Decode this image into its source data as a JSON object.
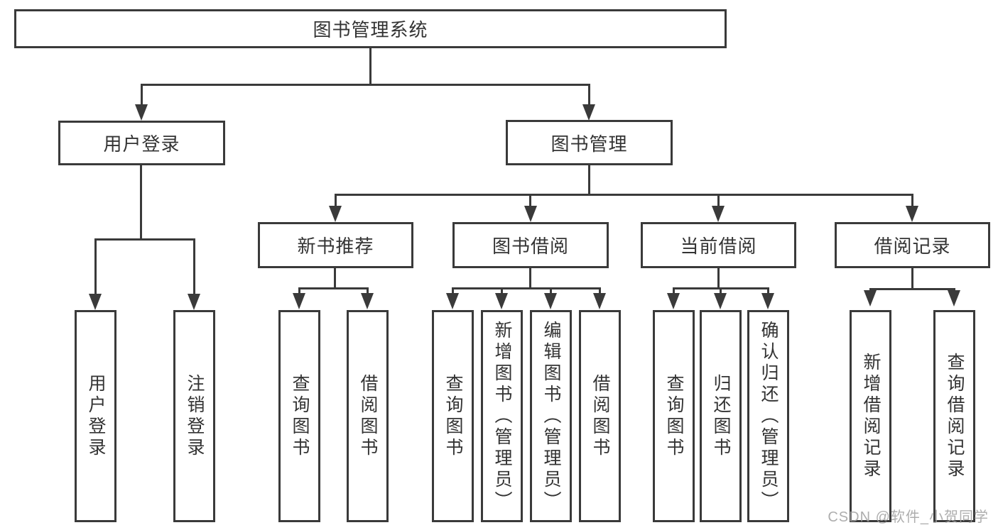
{
  "diagram": {
    "root": {
      "label": "图书管理系统"
    },
    "branches": [
      {
        "label": "用户登录",
        "children": [
          "用户登录",
          "注销登录"
        ]
      },
      {
        "label": "图书管理",
        "children": [
          {
            "label": "新书推荐",
            "children": [
              "查询图书",
              "借阅图书"
            ]
          },
          {
            "label": "图书借阅",
            "children": [
              "查询图书",
              "新增图书（管理员）",
              "编辑图书（管理员）",
              "借阅图书"
            ]
          },
          {
            "label": "当前借阅",
            "children": [
              "查询图书",
              "归还图书",
              "确认归还（管理员）"
            ]
          },
          {
            "label": "借阅记录",
            "children": [
              "新增借阅记录",
              "查询借阅记录"
            ]
          }
        ]
      }
    ]
  },
  "watermark": "CSDN @软件_小贺同学",
  "colors": {
    "line": "#3a3a3a",
    "text": "#333333",
    "watermark": "#a0a0a0",
    "background": "#ffffff"
  }
}
